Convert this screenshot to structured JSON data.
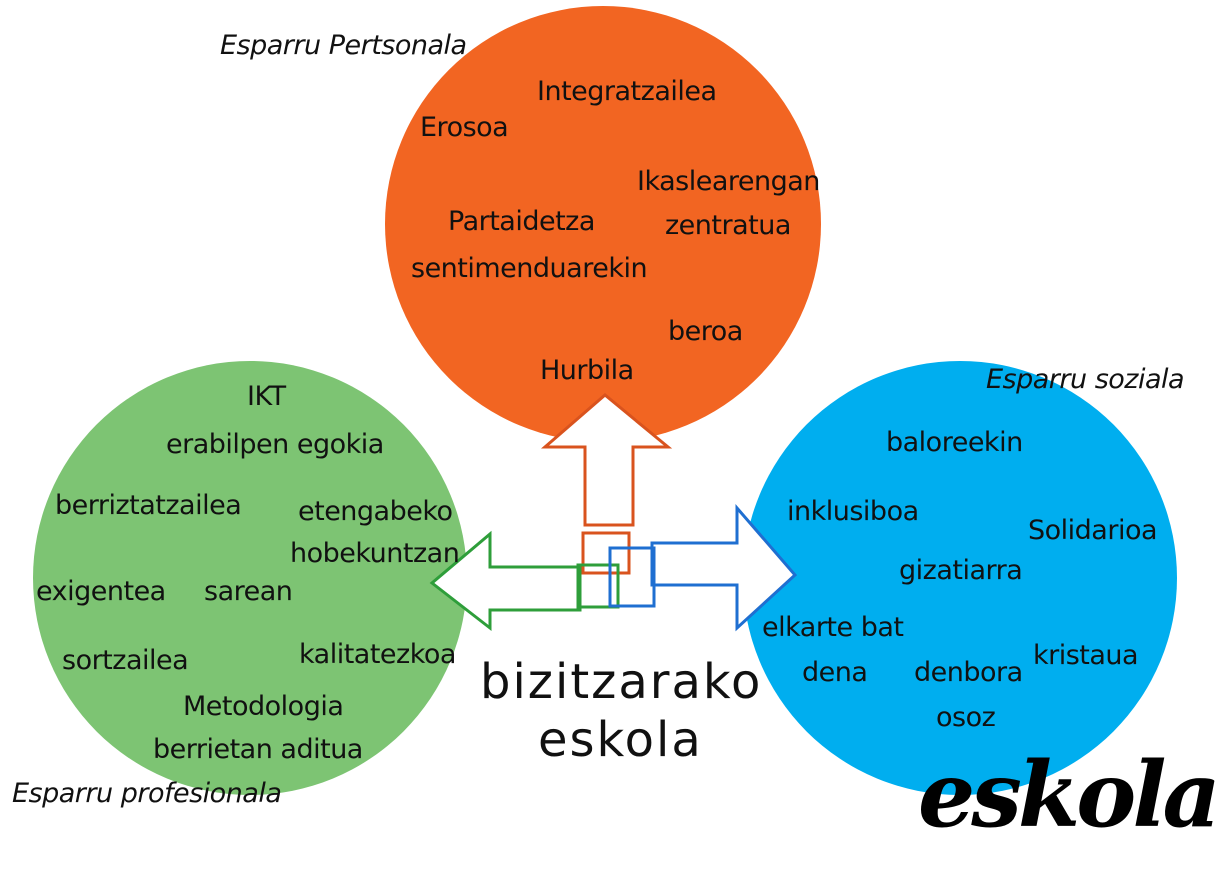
{
  "colors": {
    "personal": "#f26522",
    "professional": "#7dc473",
    "social": "#00aeef",
    "arrow_orange": "#d9531e",
    "arrow_green": "#2e9e3a",
    "arrow_blue": "#1f6fd1"
  },
  "personal": {
    "heading": "Esparru Pertsonala",
    "words": [
      "Integratzailea",
      "Erosoa",
      "Ikaslearengan",
      "zentratua",
      "Partaidetza",
      "sentimenduarekin",
      "beroa",
      "Hurbila"
    ]
  },
  "professional": {
    "heading": "Esparru profesionala",
    "words": [
      "IKT",
      "erabilpen egokia",
      "berriztatzailea",
      "etengabeko",
      "hobekuntzan",
      "exigentea",
      "sarean",
      "sortzailea",
      "kalitatezkoa",
      "Metodologia",
      "berrietan aditua"
    ]
  },
  "social": {
    "heading": "Esparru soziala",
    "words": [
      "baloreekin",
      "inklusiboa",
      "Solidarioa",
      "gizatiarra",
      "elkarte bat",
      "dena",
      "denbora",
      "osoz",
      "kristaua"
    ]
  },
  "center": {
    "line1": "bizitzarako",
    "line2": "eskola"
  },
  "brand": "eskola"
}
